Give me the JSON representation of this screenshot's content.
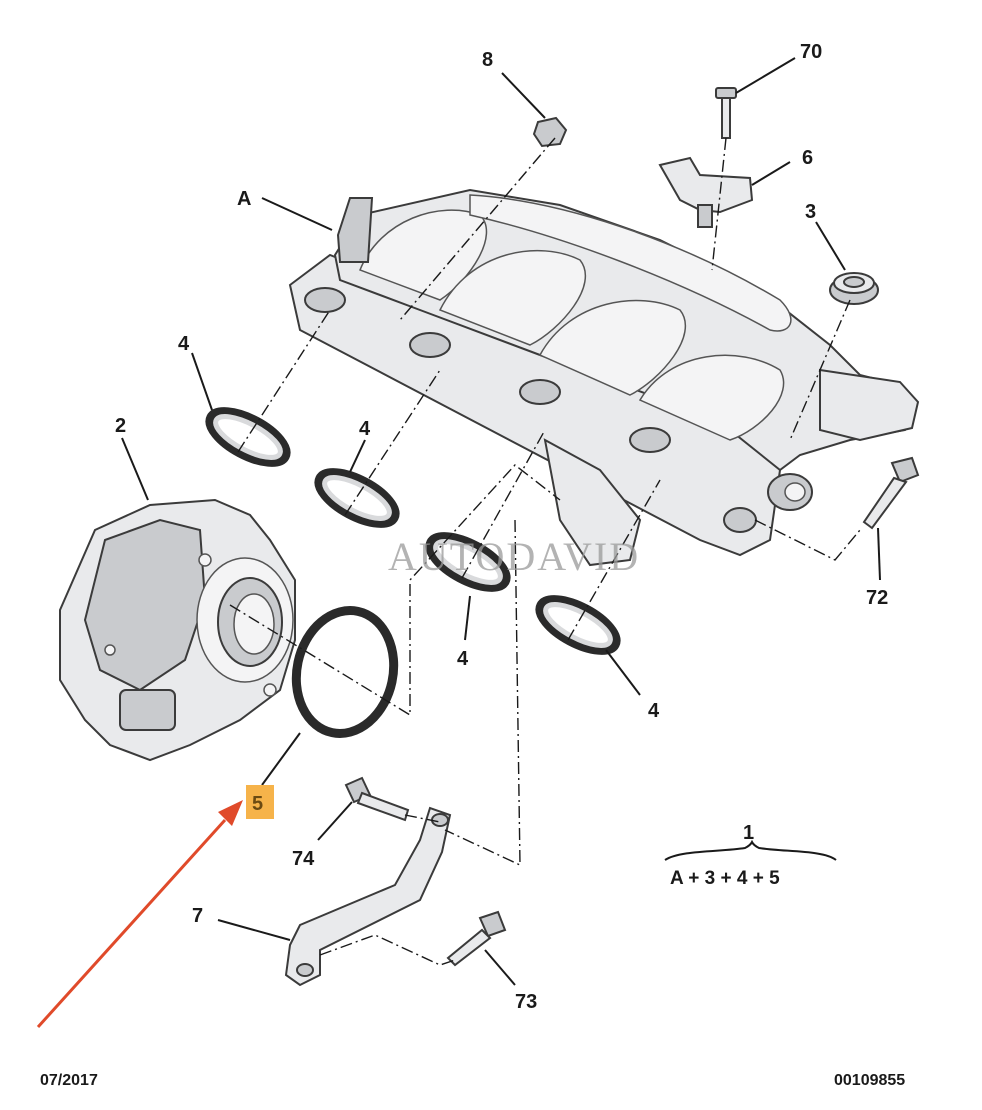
{
  "labels": {
    "l8": "8",
    "l70": "70",
    "l6": "6",
    "lA": "A",
    "l3": "3",
    "l4a": "4",
    "l2": "2",
    "l4b": "4",
    "l4c": "4",
    "l4d": "4",
    "l72": "72",
    "l5": "5",
    "l74": "74",
    "l1": "1",
    "l7": "7",
    "l73": "73"
  },
  "formula": "A + 3 + 4 + 5",
  "footer": {
    "date": "07/2017",
    "reference": "00109855"
  },
  "watermark": "AUTODAVID",
  "colors": {
    "highlight": "#f6b34a",
    "arrow": "#e04a2a",
    "ink": "#1a1a1a"
  }
}
